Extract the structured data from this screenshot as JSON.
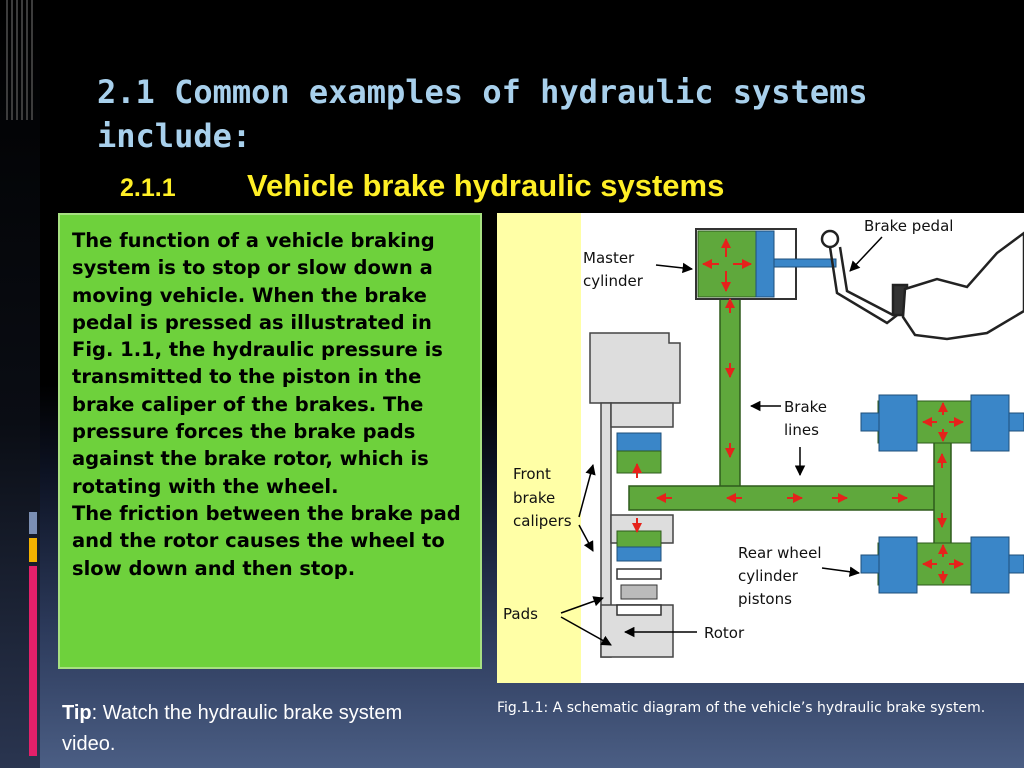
{
  "slide": {
    "title": "2.1  Common examples of hydraulic systems include:",
    "subtitle_number": "2.1.1",
    "subtitle_text": "Vehicle brake hydraulic systems",
    "body_paragraph_1": "The function of a vehicle braking system is to stop or slow down a moving vehicle. When the brake pedal is pressed as illustrated in Fig. 1.1, the hydraulic pressure is transmitted to the piston in the brake caliper of the brakes. The pressure forces the brake pads against the brake rotor, which is rotating with the wheel.",
    "body_paragraph_2": "The friction between the brake pad and the rotor causes the wheel to slow down and then stop.",
    "tip_label": "Tip",
    "tip_text": ": Watch the hydraulic brake system video.",
    "caption": "Fig.1.1: A schematic diagram of the vehicle’s hydraulic brake system."
  },
  "diagram": {
    "labels": {
      "brake_pedal": "Brake pedal",
      "master_cylinder_1": "Master",
      "master_cylinder_2": "cylinder",
      "brake_lines_1": "Brake",
      "brake_lines_2": "lines",
      "front_calipers_1": "Front",
      "front_calipers_2": "brake",
      "front_calipers_3": "calipers",
      "rear_pistons_1": "Rear wheel",
      "rear_pistons_2": "cylinder",
      "rear_pistons_3": "pistons",
      "pads": "Pads",
      "rotor": "Rotor"
    }
  },
  "colors": {
    "title": "#a8d0ec",
    "subtitle": "#ffef26",
    "textbox_fill": "#6ed13c",
    "fluid_green": "#5fa83c",
    "piston_blue": "#3a86c8",
    "pressure_arrow": "#e5231b",
    "diagram_left_band": "#ffffa6",
    "accent_red": "#e4206a",
    "accent_yellow": "#f2b200",
    "accent_blue": "#7b8fb3"
  }
}
